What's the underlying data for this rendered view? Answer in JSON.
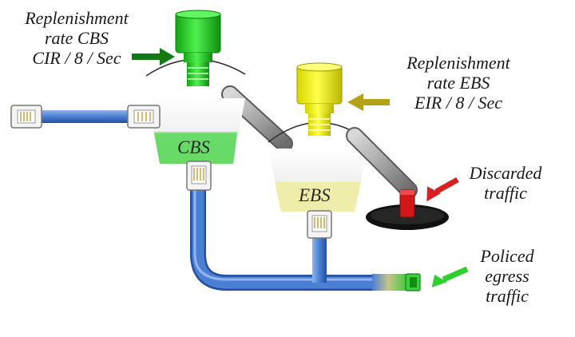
{
  "labels": {
    "cbs_rate": [
      "Replenishment",
      "rate CBS",
      "CIR / 8 / Sec"
    ],
    "ebs_rate": [
      "Replenishment",
      "rate EBS",
      "EIR / 8 / Sec"
    ],
    "discarded": [
      "Discarded",
      "traffic"
    ],
    "policed": [
      "Policed",
      "egress",
      "traffic"
    ]
  },
  "buckets": {
    "cbs": "CBS",
    "ebs": "EBS"
  },
  "colors": {
    "cbs_fill": "#22cc22",
    "ebs_fill": "#ecec10",
    "pipe": "#4a7fd4",
    "discard": "#d01818",
    "arrow_cbs": "#137a13",
    "arrow_ebs": "#b3a218",
    "arrow_discard": "#d82020",
    "arrow_policed": "#2ed02e"
  }
}
